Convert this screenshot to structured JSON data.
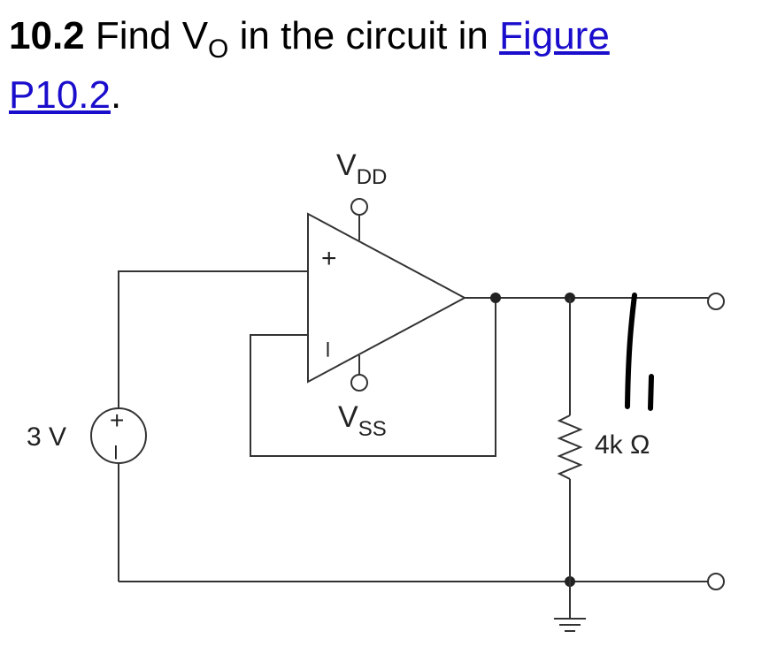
{
  "problem": {
    "number": "10.2",
    "text_before": "Find V",
    "subscript": "O",
    "text_after": " in the circuit in ",
    "link_line1": "Figure",
    "link_line2": "P10.2",
    "period": "."
  },
  "circuit": {
    "vdd_main": "V",
    "vdd_sub": "DD",
    "vss_main": "V",
    "vss_sub": "SS",
    "plus_input": "+",
    "minus_input": "–",
    "source_value": "3 V",
    "source_plus": "+",
    "source_minus": "–",
    "resistor_value": "4k Ω"
  }
}
